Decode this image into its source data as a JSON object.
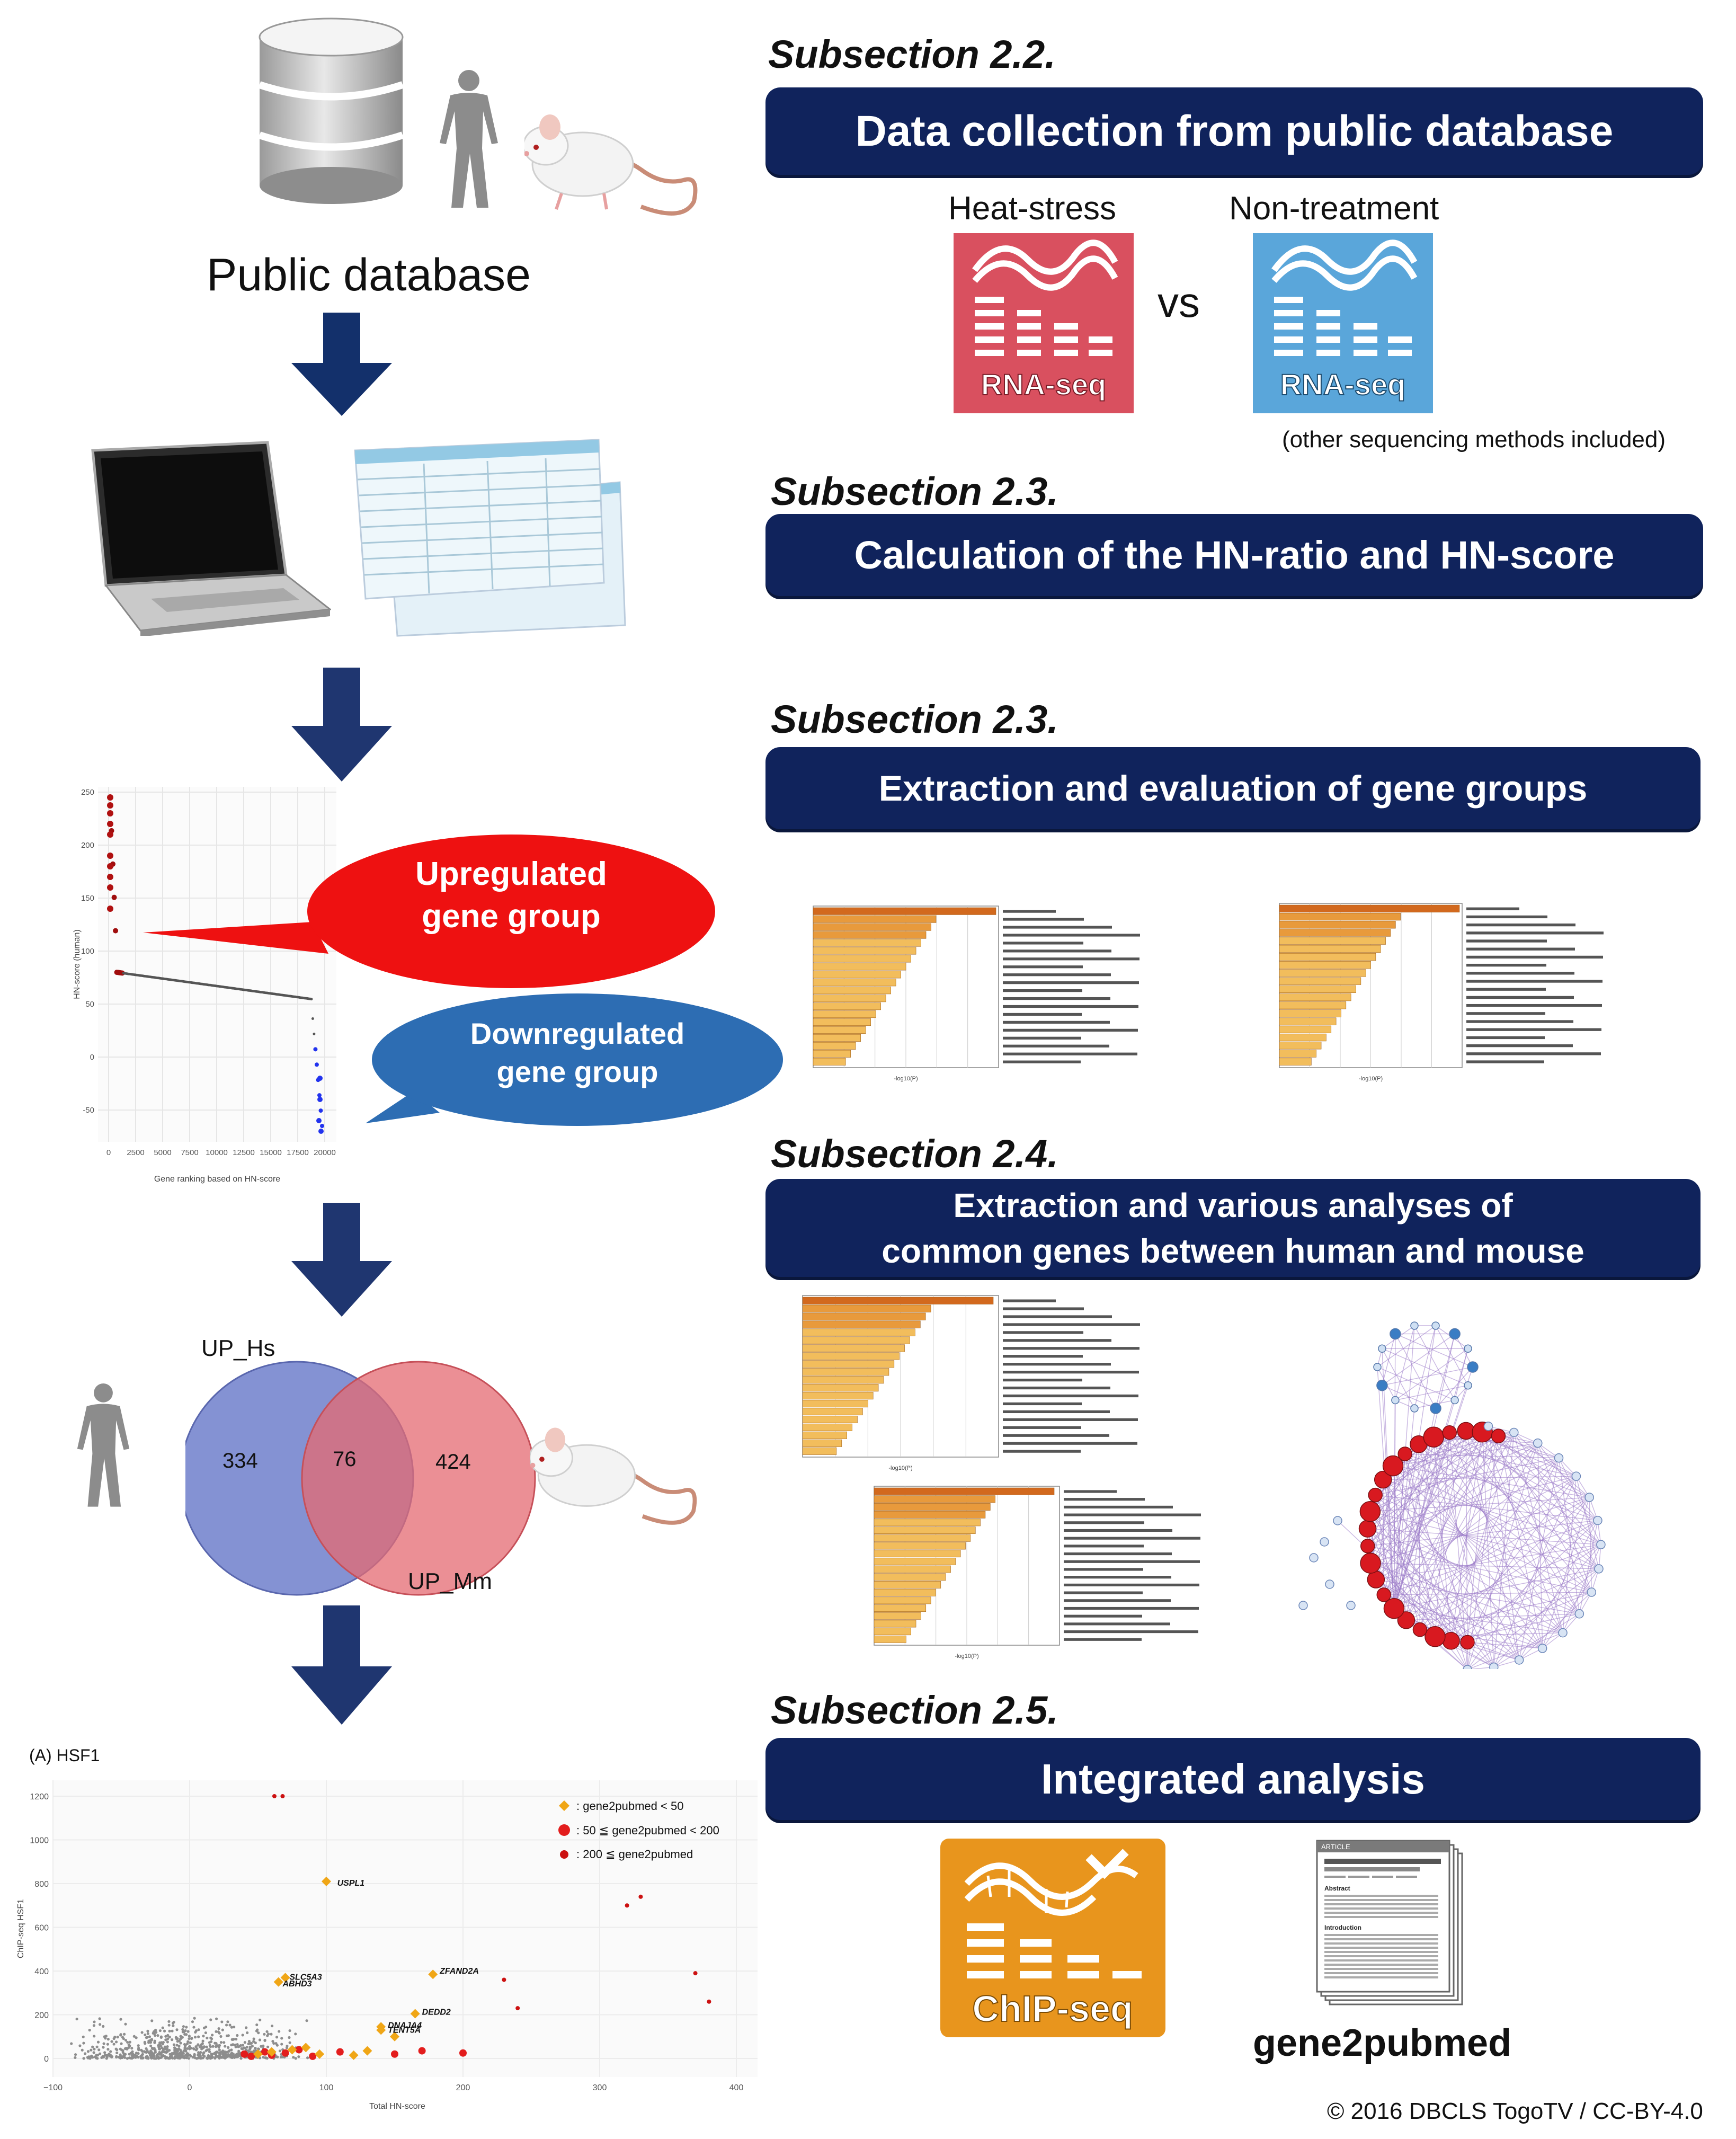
{
  "left": {
    "public_database_label": "Public database",
    "chart_hn": {
      "ylabel": "HN-score (human)",
      "xlabel": "Gene ranking based on HN-score",
      "yticks": [
        "250",
        "200",
        "150",
        "100",
        "50",
        "0",
        "-50"
      ],
      "xticks": [
        "0",
        "2500",
        "5000",
        "7500",
        "10000",
        "12500",
        "15000",
        "17500",
        "20000"
      ]
    },
    "upregulated_label": [
      "Upregulated",
      "gene group"
    ],
    "downregulated_label": [
      "Downregulated",
      "gene group"
    ],
    "venn": {
      "label_hs": "UP_Hs",
      "label_mm": "UP_Mm",
      "left_count": "334",
      "mid_count": "76",
      "right_count": "424"
    },
    "scatter": {
      "title": "(A) HSF1",
      "ylabel": "ChIP-seq HSF1",
      "xlabel": "Total HN-score",
      "yticks": [
        "1200",
        "1000",
        "800",
        "600",
        "400",
        "200",
        "0"
      ],
      "xticks": [
        "−100",
        "0",
        "100",
        "200",
        "300",
        "400"
      ],
      "legend": [
        ": gene2pubmed < 50",
        ": 50 ≦ gene2pubmed < 200",
        ": 200 ≦ gene2pubmed"
      ],
      "gene_labels": [
        "USPL1",
        "SLC5A3",
        "ABHD3",
        "ZFAND2A",
        "DEDD2",
        "DNAJA4",
        "TENT5A"
      ]
    }
  },
  "right": {
    "sub_2_2": "Subsection 2.2.",
    "banner_2_2": "Data collection from public database",
    "heat_label": "Heat-stress",
    "non_label": "Non-treatment",
    "rnaseq_label": "RNA-seq",
    "vs": "vs",
    "other_methods": "(other sequencing methods included)",
    "sub_2_3a": "Subsection 2.3.",
    "banner_2_3a": "Calculation of the HN-ratio and HN-score",
    "sub_2_3b": "Subsection 2.3.",
    "banner_2_3b": "Extraction and evaluation of gene groups",
    "sub_2_4": "Subsection 2.4.",
    "banner_2_4": [
      "Extraction and various analyses of",
      "common genes between human and mouse"
    ],
    "sub_2_5": "Subsection 2.5.",
    "banner_2_5": "Integrated analysis",
    "chipseq_label": "ChIP-seq",
    "gene2pubmed_label": "gene2pubmed",
    "article_labels": [
      "ARTICLE",
      "Abstract",
      "Introduction"
    ],
    "bar_axis_label": "-log10(P)"
  },
  "footer": "© 2016 DBCLS TogoTV / CC-BY-4.0",
  "colors": {
    "navy": "#10235c",
    "arrow": "#1f3670",
    "red_bubble": "#ee1111",
    "blue_bubble": "#2d6db3",
    "heat": "#d9505f",
    "non": "#5aa6da",
    "chip": "#e8951d",
    "venn_blue": "#6f7fcb",
    "venn_red": "#e46a72"
  }
}
